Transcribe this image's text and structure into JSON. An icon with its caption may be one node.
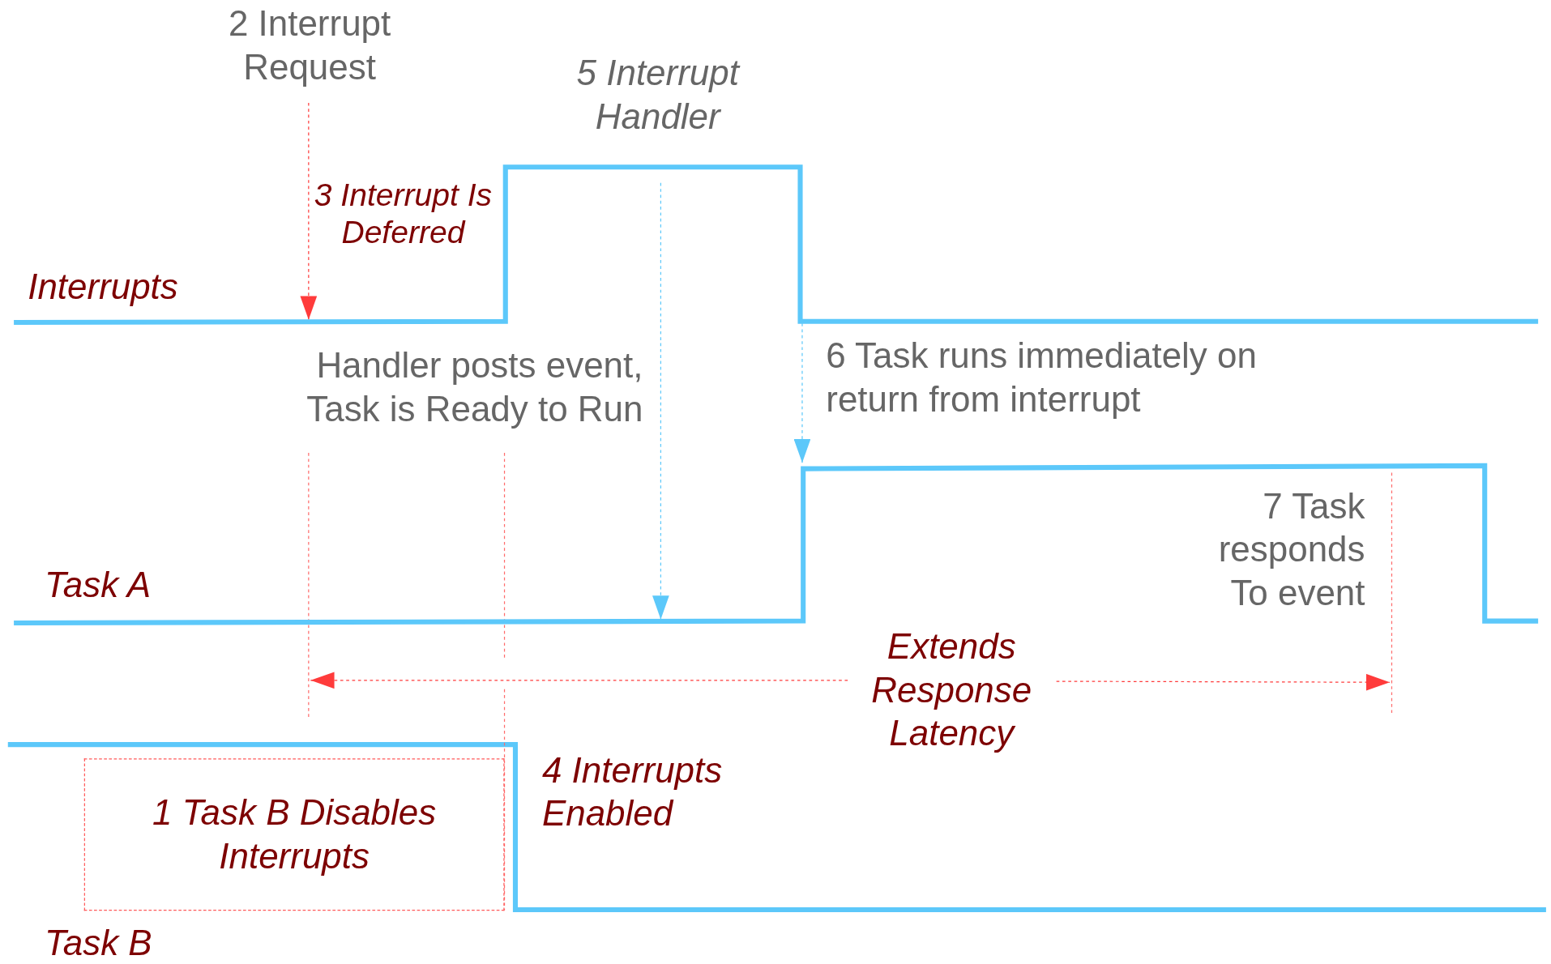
{
  "diagram": {
    "nodes": [
      {
        "text": [
          "2 Interrupt Request"
        ]
      },
      {
        "text": [],
        "shape": "line",
        "beside": [
          "5 Interrupt Handler"
        ]
      },
      {
        "text": [],
        "shape": "line"
      },
      {
        "text": [
          "1 Task B Disables Interrupts"
        ]
      }
    ],
    "edges": [
      {
        "from": 0,
        "to": 1,
        "arrow": "to",
        "style": "dashed",
        "color": "#ff3b3b"
      },
      {
        "from": 1,
        "to": 2,
        "arrow": "to",
        "style": "dashed"
      },
      {
        "from": 1,
        "to": 2,
        "arrow": "to",
        "style": "dashed"
      }
    ],
    "labels": [
      "3 Interrupt Is Deferred",
      "Interrupts",
      "Handler posts event, Task is Ready to Run",
      "6 Task runs immediately on return from interrupt",
      "7 Task responds To event",
      "Task A",
      "Extends Response Latency",
      "4 Interrupts Enabled",
      "Task B"
    ]
  }
}
